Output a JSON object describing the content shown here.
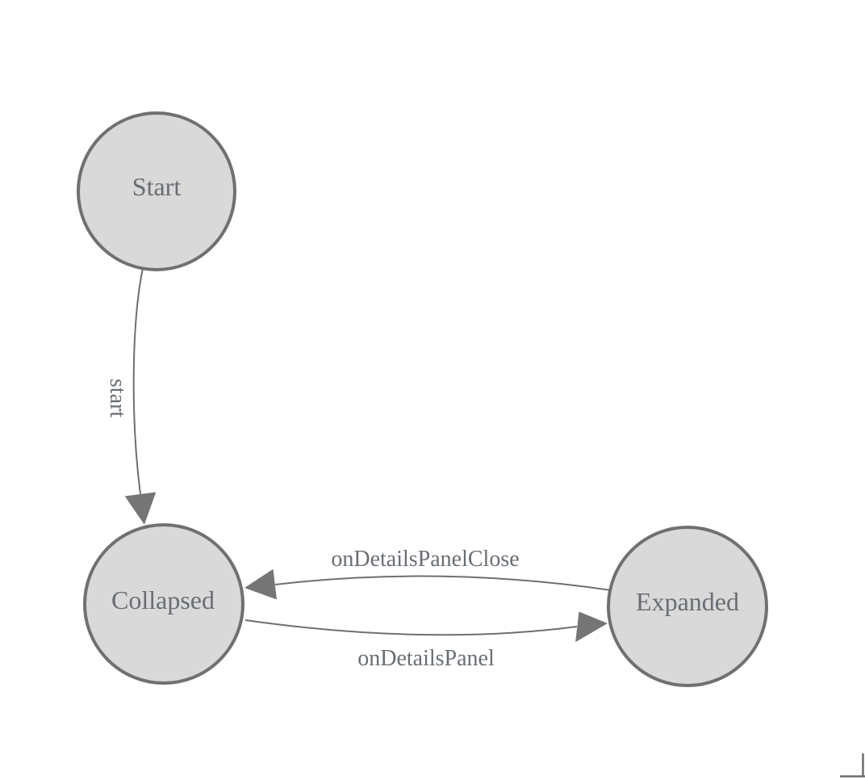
{
  "colors": {
    "background": "#ffffff",
    "node_fill": "#d9d9d9",
    "node_border": "#707070",
    "edge_stroke": "#6f6f6f",
    "arrowhead_fill": "#757575",
    "label_text": "#696e74"
  },
  "diagram": {
    "nodes": [
      {
        "id": "start",
        "label": "Start"
      },
      {
        "id": "collapsed",
        "label": "Collapsed"
      },
      {
        "id": "expanded",
        "label": "Expanded"
      }
    ],
    "edges": [
      {
        "id": "start-transition",
        "label": "start",
        "from": "Start",
        "to": "Collapsed"
      },
      {
        "id": "on-details-panel-close",
        "label": "onDetailsPanelClose",
        "from": "Expanded",
        "to": "Collapsed"
      },
      {
        "id": "on-details-panel",
        "label": "onDetailsPanel",
        "from": "Collapsed",
        "to": "Expanded"
      }
    ]
  }
}
